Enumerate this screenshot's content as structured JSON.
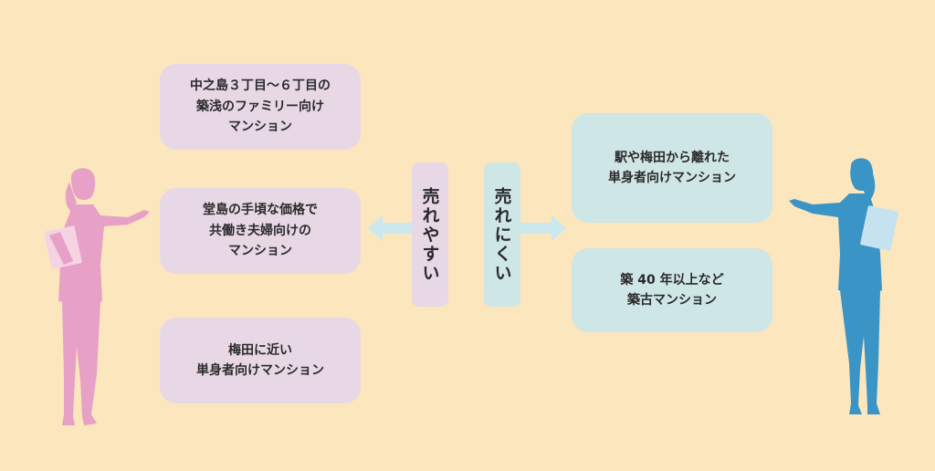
{
  "colors": {
    "background": "#fbe6bd",
    "pink_box": "#e8d8e6",
    "blue_box": "#cfe6e6",
    "pink_figure": "#e7a0c6",
    "blue_figure": "#3a94c6",
    "arrow": "#cbe8ee"
  },
  "sell_easy": {
    "label": "売れやすい",
    "items": [
      "中之島３丁目〜６丁目の\n築浅のファミリー向け\nマンション",
      "堂島の手頃な価格で\n共働き夫婦向けの\nマンション",
      "梅田に近い\n単身者向けマンション"
    ]
  },
  "sell_hard": {
    "label": "売れにくい",
    "items": [
      "駅や梅田から離れた\n単身者向けマンション",
      "築 40 年以上など\n築古マンション"
    ]
  },
  "icons": {
    "left_person": "woman-presenting-icon",
    "right_person": "woman-presenting-icon",
    "left_arrow": "arrow-left-icon",
    "right_arrow": "arrow-right-icon"
  }
}
